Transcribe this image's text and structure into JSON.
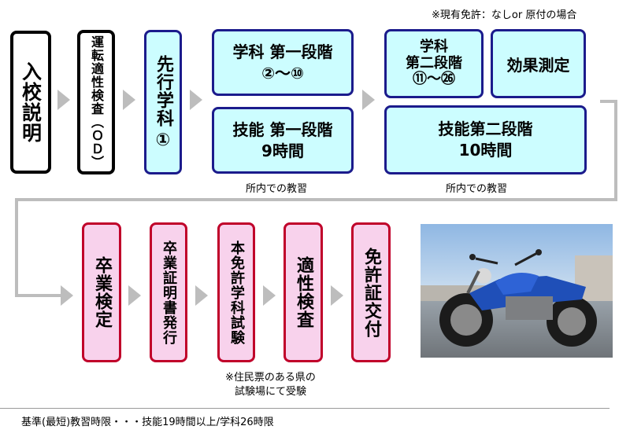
{
  "header_note": "※現有免許：なしor 原付の場合",
  "top_row": {
    "enrollment": "入校説明",
    "aptitude_check": "運転適性検査（ＯＤ）",
    "first_lecture": {
      "label": "先行学科",
      "number": "①"
    },
    "theory_stage1": {
      "line1": "学科 第一段階",
      "line2": "②～⑩"
    },
    "skill_stage1": {
      "line1": "技能 第一段階",
      "line2": "9時間"
    },
    "theory_stage2": {
      "line1": "学科",
      "line2": "第二段階",
      "line3": "⑪～㉖"
    },
    "effect_measure": "効果測定",
    "skill_stage2": {
      "line1": "技能第二段階",
      "line2": "10時間"
    },
    "caption_left": "所内での教習",
    "caption_right": "所内での教習"
  },
  "bottom_row": {
    "graduation_exam": "卒業検定",
    "certificate": "卒業証明書発行",
    "written_exam": "本免許学科試験",
    "aptitude_test": "適性検査",
    "license_issue": "免許証交付",
    "exam_note_line1": "※住民票のある県の",
    "exam_note_line2": "試験場にて受験"
  },
  "footer": "基準(最短)教習時限・・・技能19時間以上/学科26時限",
  "icons": [
    "arrow-right-icon",
    "motorcycle-photo"
  ],
  "colors": {
    "cyan_fill": "#ccfdff",
    "cyan_border": "#1b1b8c",
    "pink_fill": "#f8d2ec",
    "pink_border": "#c0002a",
    "arrow": "#bdbdbd"
  }
}
